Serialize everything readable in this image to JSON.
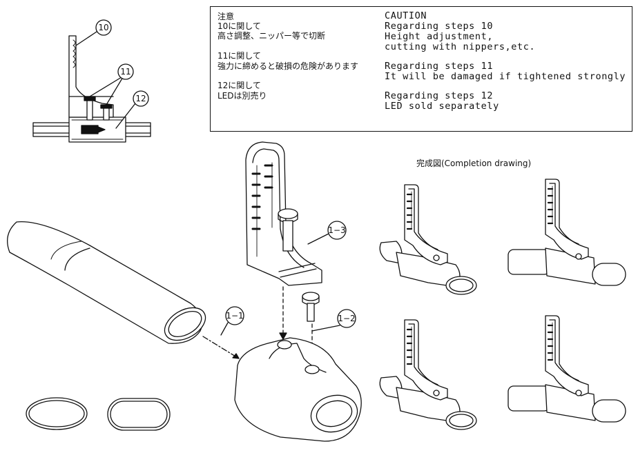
{
  "caution": {
    "jp": {
      "title": "注意",
      "step10_heading": "10に関して",
      "step10_text": "高さ調整、ニッパー等で切断",
      "step11_heading": "11に関して",
      "step11_text": "強力に締めると破損の危険があります",
      "step12_heading": "12に関して",
      "step12_text": "LEDは別売り"
    },
    "en": {
      "title": "CAUTION",
      "step10_heading": "Regarding steps 10",
      "step10_line1": "Height adjustment,",
      "step10_line2": "cutting with nippers,etc.",
      "step11_heading": "Regarding steps 11",
      "step11_text": "It will be damaged if tightened strongly",
      "step12_heading": "Regarding steps 12",
      "step12_text": "LED sold separately"
    }
  },
  "callouts": {
    "step10": "10",
    "step11": "11",
    "step12": "12",
    "part_1_1": "1−1",
    "part_1_2": "1−2",
    "part_1_3": "1−3"
  },
  "completion_caption": "完成図(Completion drawing)"
}
